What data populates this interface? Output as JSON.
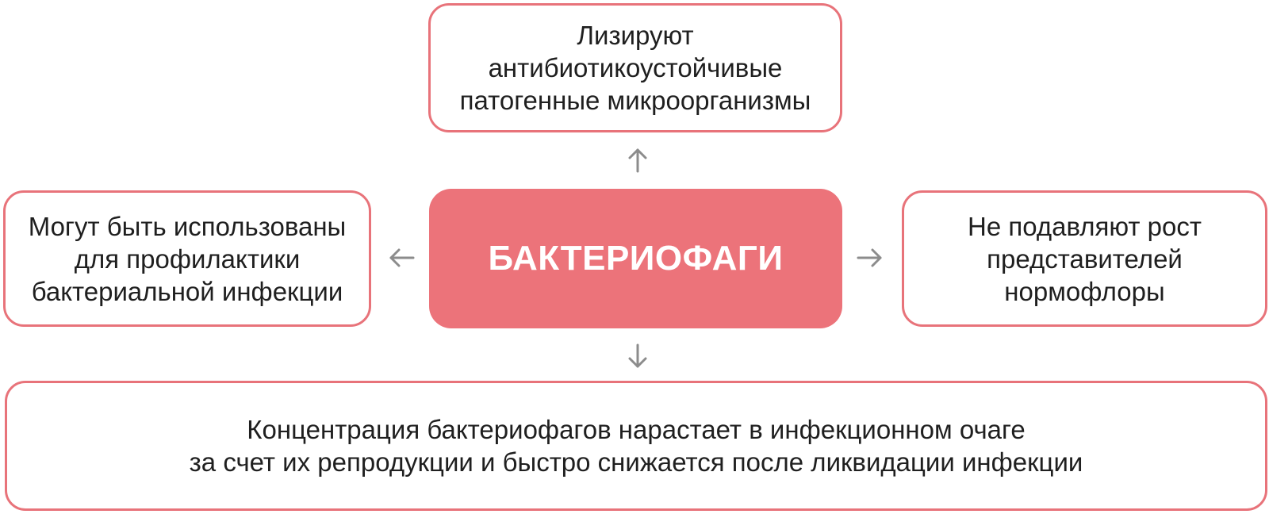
{
  "center": {
    "label": "БАКТЕРИОФАГИ"
  },
  "top": {
    "lines": [
      "Лизируют",
      "антибиотикоустойчивые",
      "патогенные микроорганизмы"
    ]
  },
  "left": {
    "lines": [
      "Могут быть использованы",
      "для профилактики",
      "бактериальной инфекции"
    ]
  },
  "right": {
    "lines": [
      "Не подавляют рост",
      "представителей",
      "нормофлоры"
    ]
  },
  "bottom": {
    "lines": [
      "Концентрация бактериофагов нарастает в инфекционном очаге",
      "за счет их репродукции и быстро снижается после ликвидации инфекции"
    ]
  },
  "colors": {
    "accent": "#ec737a",
    "border": "#e8737a",
    "arrow": "#8c8c8c",
    "text": "#1f1f1f"
  },
  "icons": {
    "up": "arrow-up-icon",
    "down": "arrow-down-icon",
    "left": "arrow-left-icon",
    "right": "arrow-right-icon"
  }
}
